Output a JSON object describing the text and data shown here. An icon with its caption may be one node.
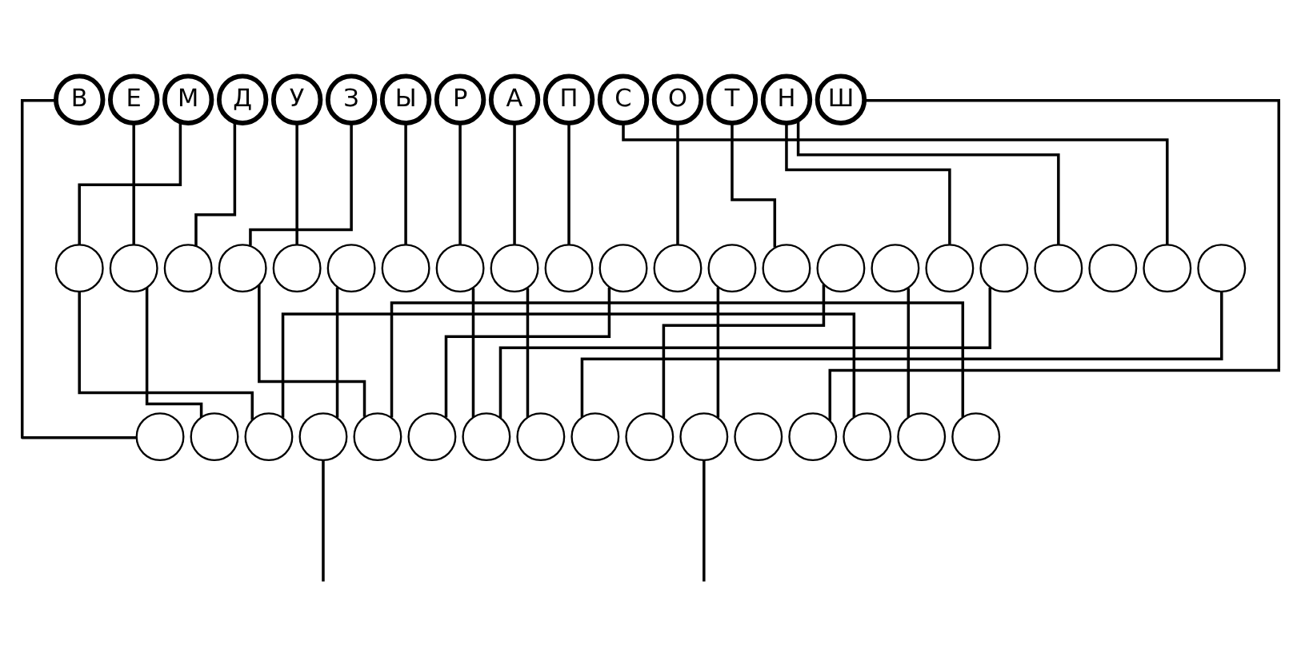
{
  "diagram": {
    "nodes": [
      {
        "text": [
          "В"
        ]
      },
      {
        "text": [
          "Е"
        ]
      },
      {
        "text": [
          "М"
        ]
      },
      {
        "text": [
          "Д"
        ]
      },
      {
        "text": [
          "У"
        ]
      },
      {
        "text": [
          "З"
        ]
      },
      {
        "text": [
          "Ы"
        ]
      },
      {
        "text": [
          "Р"
        ]
      },
      {
        "text": [
          "А"
        ]
      },
      {
        "text": [
          "П"
        ]
      },
      {
        "text": [
          "С"
        ]
      },
      {
        "text": [
          "О"
        ]
      },
      {
        "text": [
          "Т"
        ]
      },
      {
        "text": [
          "Н"
        ]
      },
      {
        "text": [
          "Ш"
        ]
      },
      {
        "text": [],
        "shape": "circle"
      },
      {
        "text": [],
        "shape": "circle"
      },
      {
        "text": [],
        "shape": "circle"
      },
      {
        "text": [],
        "shape": "circle"
      },
      {
        "text": [],
        "shape": "circle"
      },
      {
        "text": [],
        "shape": "circle"
      },
      {
        "text": [],
        "shape": "circle"
      },
      {
        "text": [],
        "shape": "circle"
      },
      {
        "text": [],
        "shape": "circle"
      },
      {
        "text": [],
        "shape": "circle"
      },
      {
        "text": [],
        "shape": "circle"
      },
      {
        "text": [],
        "shape": "circle"
      },
      {
        "text": [],
        "shape": "circle"
      },
      {
        "text": [],
        "shape": "circle"
      },
      {
        "text": [],
        "shape": "circle"
      },
      {
        "text": [],
        "shape": "circle"
      },
      {
        "text": [],
        "shape": "circle"
      },
      {
        "text": [],
        "shape": "circle"
      },
      {
        "text": [],
        "shape": "circle"
      },
      {
        "text": [],
        "shape": "circle"
      },
      {
        "text": [],
        "shape": "circle"
      },
      {
        "text": [],
        "shape": "circle"
      },
      {
        "text": [],
        "shape": "circle"
      },
      {
        "text": [],
        "shape": "circle"
      },
      {
        "text": [],
        "shape": "circle"
      },
      {
        "text": [],
        "shape": "circle"
      },
      {
        "text": [],
        "shape": "circle"
      },
      {
        "text": [],
        "shape": "circle"
      },
      {
        "text": [],
        "shape": "circle"
      },
      {
        "text": [],
        "shape": "circle"
      },
      {
        "text": [],
        "shape": "circle"
      },
      {
        "text": [],
        "shape": "circle"
      },
      {
        "text": [],
        "shape": "circle"
      },
      {
        "text": [],
        "shape": "circle"
      },
      {
        "text": [],
        "shape": "circle"
      },
      {
        "text": [],
        "shape": "circle"
      },
      {
        "text": [],
        "shape": "circle"
      },
      {
        "text": [],
        "shape": "circle"
      }
    ],
    "edges": [
      {
        "from": 0,
        "to": 37,
        "arrow": "none"
      },
      {
        "from": 1,
        "to": 16,
        "arrow": "none"
      },
      {
        "from": 2,
        "to": 15,
        "arrow": "none"
      },
      {
        "from": 3,
        "to": 17,
        "arrow": "none"
      },
      {
        "from": 4,
        "to": 19,
        "arrow": "none"
      },
      {
        "from": 5,
        "to": 18,
        "arrow": "none"
      },
      {
        "from": 6,
        "to": 21,
        "arrow": "none"
      },
      {
        "from": 7,
        "to": 22,
        "arrow": "none"
      },
      {
        "from": 8,
        "to": 23,
        "arrow": "none"
      },
      {
        "from": 9,
        "to": 24,
        "arrow": "none"
      },
      {
        "from": 10,
        "to": 35,
        "arrow": "none"
      },
      {
        "from": 11,
        "to": 26,
        "arrow": "none"
      },
      {
        "from": 12,
        "to": 28,
        "arrow": "none"
      },
      {
        "from": 13,
        "to": 31,
        "arrow": "none"
      },
      {
        "from": 13,
        "to": 33,
        "arrow": "none"
      },
      {
        "from": 14,
        "to": 49,
        "arrow": "none"
      },
      {
        "from": 15,
        "to": 39,
        "arrow": "none"
      },
      {
        "from": 16,
        "to": 38,
        "arrow": "none"
      },
      {
        "from": 18,
        "to": 41,
        "arrow": "none"
      },
      {
        "from": 20,
        "to": 40,
        "arrow": "none"
      },
      {
        "from": 22,
        "to": 43,
        "arrow": "none"
      },
      {
        "from": 23,
        "to": 44,
        "arrow": "none"
      },
      {
        "from": 25,
        "to": 42,
        "arrow": "none"
      },
      {
        "from": 27,
        "to": 47,
        "arrow": "none"
      },
      {
        "from": 29,
        "to": 46,
        "arrow": "none"
      },
      {
        "from": 30,
        "to": 51,
        "arrow": "none"
      },
      {
        "from": 32,
        "to": 43,
        "arrow": "none"
      },
      {
        "from": 36,
        "to": 45,
        "arrow": "none"
      },
      {
        "from": 39,
        "to": 50,
        "arrow": "none"
      },
      {
        "from": 41,
        "to": 52,
        "arrow": "none"
      },
      {
        "from": 40,
        "to": null,
        "arrow": "none"
      },
      {
        "from": 47,
        "to": null,
        "arrow": "none"
      }
    ]
  }
}
